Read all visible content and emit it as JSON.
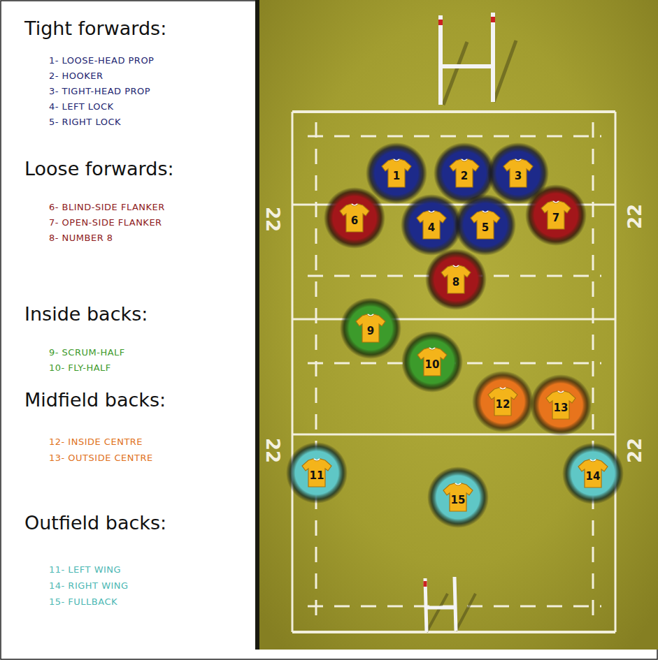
{
  "diagram": {
    "nodes": [
      {
        "text": [
          "1"
        ]
      },
      {
        "text": [
          "2"
        ]
      },
      {
        "text": [
          "3"
        ]
      },
      {
        "text": [
          "6"
        ]
      },
      {
        "text": [
          "4"
        ]
      },
      {
        "text": [
          "5"
        ]
      },
      {
        "text": [
          "7"
        ]
      },
      {
        "text": [
          "8"
        ]
      },
      {
        "text": [
          "9"
        ]
      },
      {
        "text": [
          "10"
        ]
      },
      {
        "text": [
          "12"
        ]
      },
      {
        "text": [
          "13"
        ]
      },
      {
        "text": [
          "11"
        ]
      },
      {
        "text": [
          "14"
        ]
      },
      {
        "text": [
          "15"
        ]
      }
    ],
    "labels": [
      "Tight forwards:",
      "1- LOOSE-HEAD PROP",
      "2- HOOKER",
      "3- TIGHT-HEAD PROP",
      "4- LEFT LOCK",
      "5- RIGHT LOCK",
      "Loose forwards:",
      "6- BLIND-SIDE FLANKER",
      "7- OPEN-SIDE FLANKER",
      "8- NUMBER 8",
      "Inside backs:",
      "9- SCRUM-HALF",
      "10- FLY-HALF",
      "Midfield backs:",
      "12- INSIDE CENTRE",
      "13- OUTSIDE CENTRE",
      "Outfield backs:",
      "11- LEFT WING",
      "14- RIGHT WING",
      "15- FULLBACK",
      "22",
      "22",
      "22",
      "22"
    ]
  }
}
